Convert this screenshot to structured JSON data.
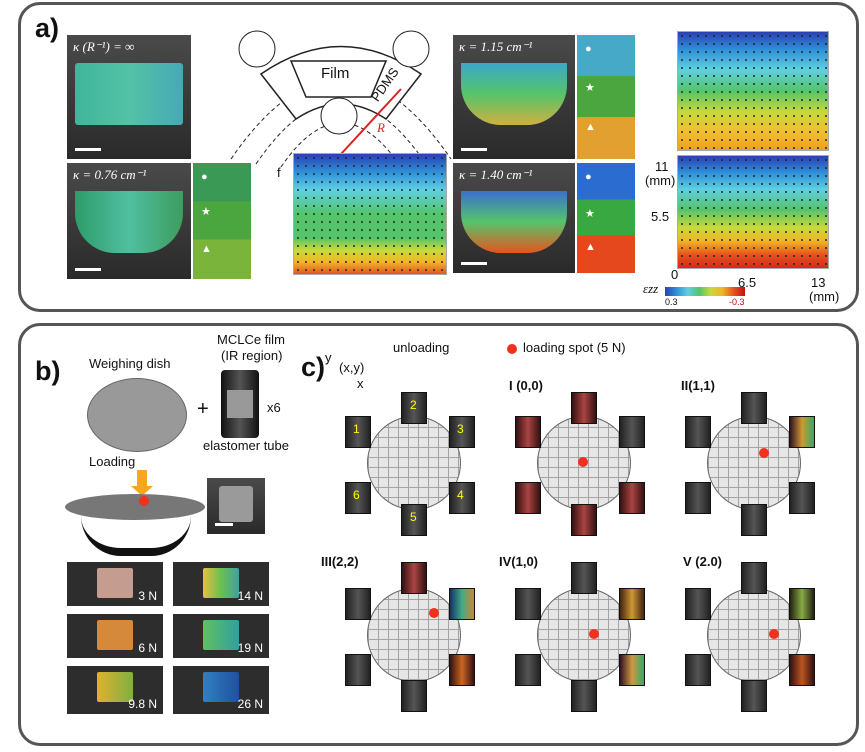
{
  "panel_a": {
    "label": "a)",
    "photos": [
      {
        "text": "κ (R⁻¹) = ∞"
      },
      {
        "text": "κ = 0.76 cm⁻¹"
      },
      {
        "text": "κ = 1.15 cm⁻¹"
      },
      {
        "text": "κ = 1.40 cm⁻¹"
      }
    ],
    "schematic": {
      "film": "Film",
      "pdms": "PDMS",
      "r": "R"
    },
    "f_label": "f",
    "axes": {
      "y_top": "11",
      "y_unit": "(mm)",
      "y_mid": "5.5",
      "x0": "0",
      "x_mid": "6.5",
      "x_max": "13",
      "x_unit": "(mm)"
    },
    "colorbar": {
      "symbol": "εzz",
      "min": "0.3",
      "max": "-0.3"
    },
    "colors": [
      "#2b3fb3",
      "#2f8fd8",
      "#5fd0e0",
      "#55c46a",
      "#c8d93a",
      "#f0b528",
      "#e6541e"
    ]
  },
  "panel_b": {
    "label": "b)",
    "weighing_dish": "Weighing dish",
    "plus": "+",
    "mclce": "MCLCe film",
    "ir": "(IR region)",
    "x6": "x6",
    "elastomer": "elastomer tube",
    "loading": "Loading",
    "forces": [
      "3 N",
      "14 N",
      "6 N",
      "19 N",
      "9.8 N",
      "26 N"
    ]
  },
  "panel_c": {
    "label": "c)",
    "axis": "(x,y)",
    "ax_y": "y",
    "ax_x": "x",
    "unloading": "unloading",
    "legend": "loading spot (5 N)",
    "tube_numbers": [
      "1",
      "2",
      "3",
      "4",
      "5",
      "6"
    ],
    "cases": [
      "I (0,0)",
      "II(1,1)",
      "III(2,2)",
      "IV(1,0)",
      "V (2.0)"
    ]
  }
}
